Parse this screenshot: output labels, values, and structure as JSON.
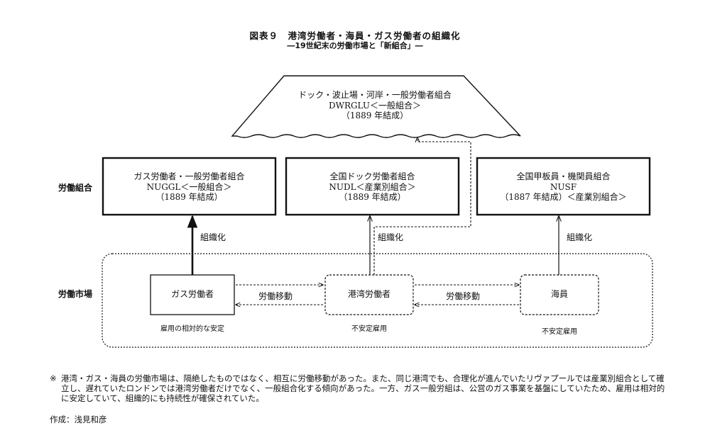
{
  "header": {
    "title": "図表９　港湾労働者・海員・ガス労働者の組織化",
    "subtitle": "―19世紀末の労働市場と「新組合」―"
  },
  "row_labels": {
    "union": "労働組合",
    "market": "労働市場"
  },
  "top_union": {
    "line1": "ドック・波止場・河岸・一般労働者組合",
    "line2": "DWRGLU＜一般組合＞",
    "line3": "（1889 年結成）"
  },
  "unions": {
    "gas": {
      "line1": "ガス労働者・一般労働者組合",
      "line2": "NUGGL＜一般組合＞",
      "line3": "（1889 年結成）"
    },
    "dock": {
      "line1": "全国ドック労働者組合",
      "line2": "NUDL＜産業別組合＞",
      "line3": "（1889 年結成）"
    },
    "seamen": {
      "line1": "全国甲板員・機関員組合",
      "line2": "NUSF",
      "line3": "（1887 年結成）＜産業別組合＞"
    }
  },
  "workers": {
    "gas": {
      "label": "ガス労働者",
      "caption": "雇用の相対的な安定"
    },
    "port": {
      "label": "港湾労働者",
      "caption": "不安定雇用"
    },
    "seaman": {
      "label": "海員",
      "caption": "不安定雇用"
    }
  },
  "edges": {
    "organize_left": "組織化",
    "organize_mid": "組織化",
    "organize_right": "組織化",
    "mobility_left": "労働移動",
    "mobility_right": "労働移動"
  },
  "note": {
    "mark": "※",
    "text": "港湾・ガス・海員の労働市場は、隔絶したものではなく、相互に労働移動があった。また、同じ港湾でも、合理化が進んでいたリヴァプールでは産業別組合として確立し、遅れていたロンドンでは港湾労働者だけでなく、一般組合化する傾向があった。一方、ガス一般労組は、公営のガス事業を基盤にしていたため、雇用は相対的に安定していて、組織的にも持続性が確保されていた。"
  },
  "author": "作成：浅見和彦",
  "colors": {
    "ink": "#111111",
    "background": "#ffffff"
  }
}
